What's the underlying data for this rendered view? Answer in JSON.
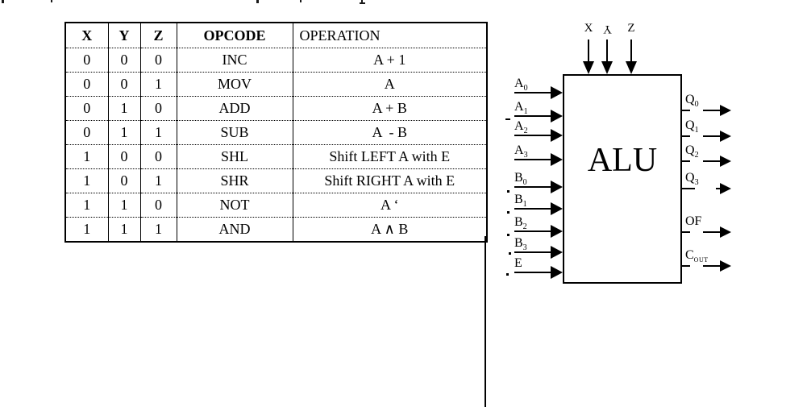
{
  "page": {
    "background": "#ffffff",
    "ink_color": "#000000"
  },
  "opcode_table": {
    "headers": [
      "X",
      "Y",
      "Z",
      "OPCODE",
      "OPERATION"
    ],
    "rows": [
      [
        "0",
        "0",
        "0",
        "INC",
        "A + 1"
      ],
      [
        "0",
        "0",
        "1",
        "MOV",
        "A"
      ],
      [
        "0",
        "1",
        "0",
        "ADD",
        "A + B"
      ],
      [
        "0",
        "1",
        "1",
        "SUB",
        "A  - B"
      ],
      [
        "1",
        "0",
        "0",
        "SHL",
        "Shift LEFT A with E"
      ],
      [
        "1",
        "0",
        "1",
        "SHR",
        "Shift RIGHT A with E"
      ],
      [
        "1",
        "1",
        "0",
        "NOT",
        "A ‘"
      ],
      [
        "1",
        "1",
        "1",
        "AND",
        "A ∧ B"
      ]
    ]
  },
  "alu_diagram": {
    "block_label": "ALU",
    "top_inputs": [
      {
        "label": "X",
        "rotated": false
      },
      {
        "label": "Y",
        "rotated": true
      },
      {
        "label": "Z",
        "rotated": false
      }
    ],
    "left_inputs": [
      {
        "base": "A",
        "sub": "0"
      },
      {
        "base": "A",
        "sub": "1"
      },
      {
        "base": "A",
        "sub": "2"
      },
      {
        "base": "A",
        "sub": "3"
      },
      {
        "base": "B",
        "sub": "0"
      },
      {
        "base": "B",
        "sub": "1"
      },
      {
        "base": "B",
        "sub": "2"
      },
      {
        "base": "B",
        "sub": "3"
      },
      {
        "base": "E",
        "sub": ""
      }
    ],
    "right_outputs": [
      {
        "base": "Q",
        "sub": "0"
      },
      {
        "base": "Q",
        "sub": "1"
      },
      {
        "base": "Q",
        "sub": "2"
      },
      {
        "base": "Q",
        "sub": "3"
      },
      {
        "base": "OF",
        "sub": ""
      },
      {
        "base": "C",
        "sub": "OUT"
      }
    ]
  }
}
